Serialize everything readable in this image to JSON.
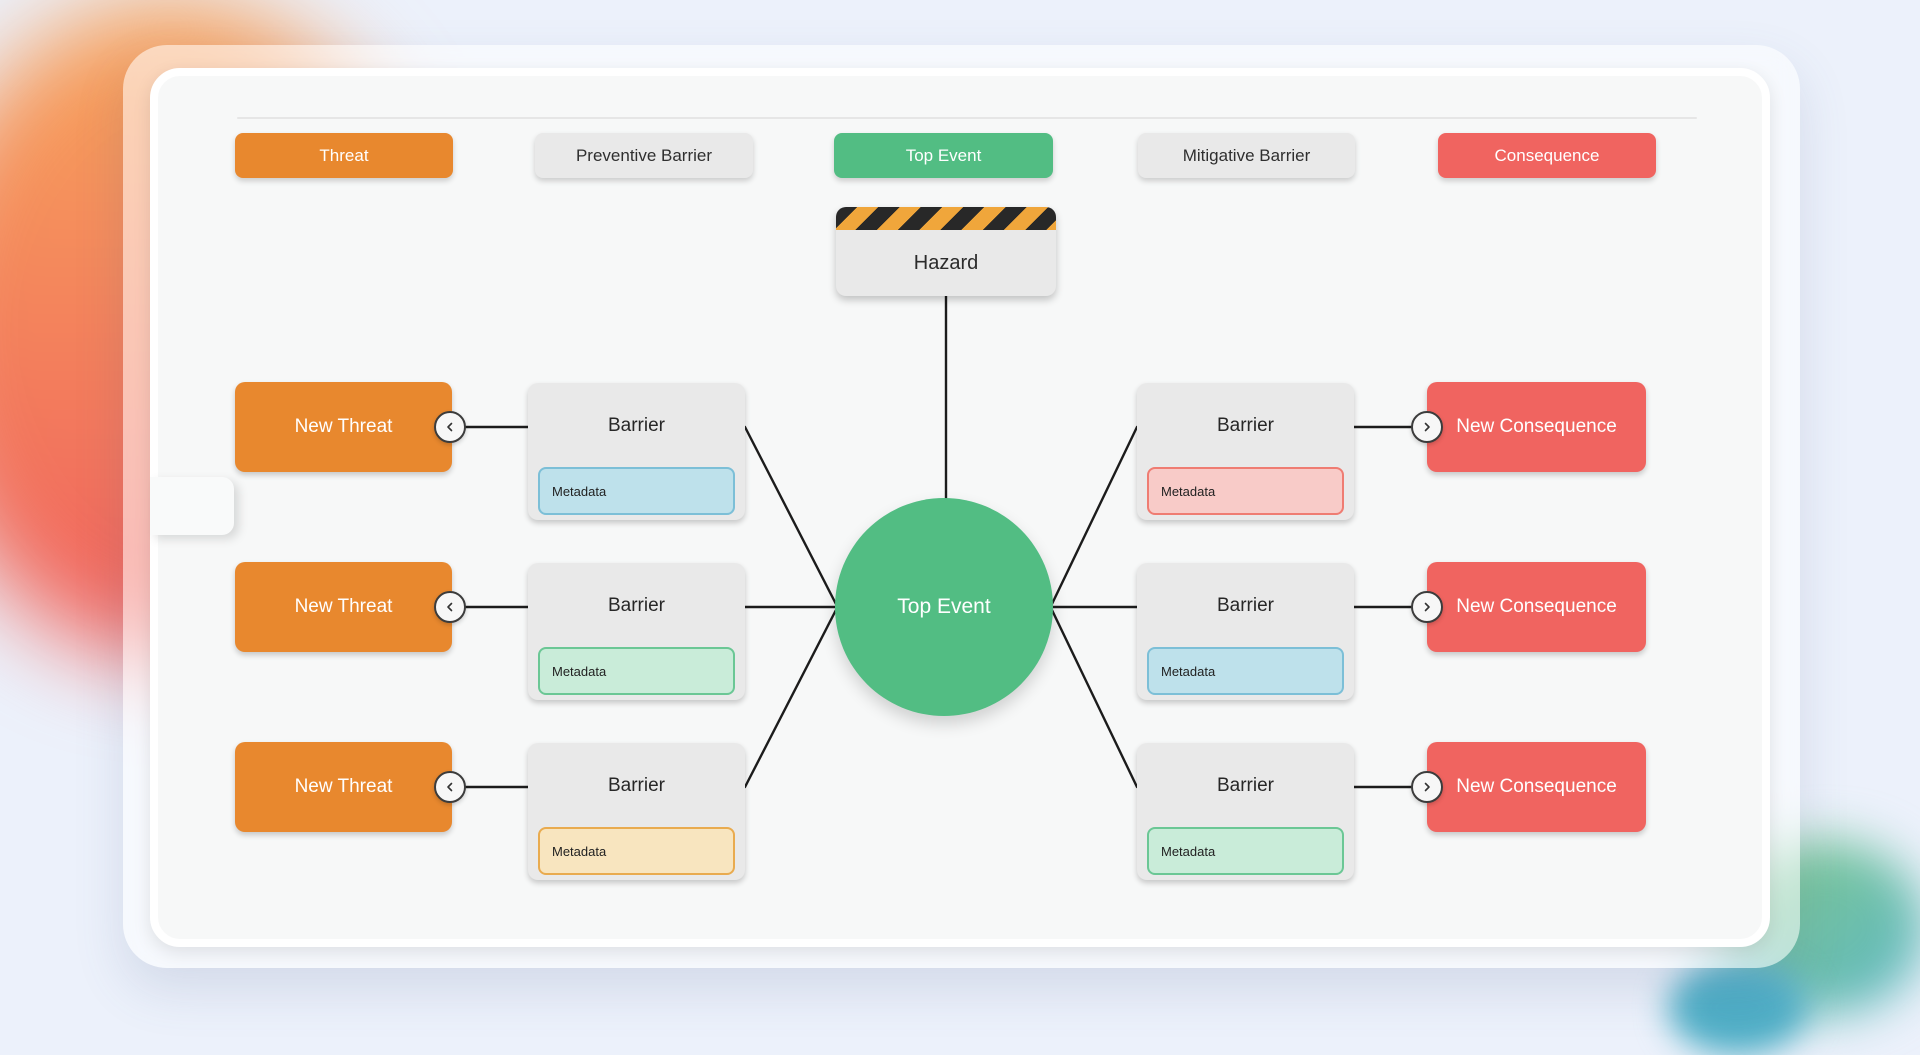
{
  "legend": {
    "items": [
      {
        "label": "Threat",
        "style": "background:#E8882E;color:#FFFFFF"
      },
      {
        "label": "Preventive Barrier",
        "style": "background:#E9E9E9;color:#2F2F2F"
      },
      {
        "label": "Top Event",
        "style": "background:#52BD83;color:#FFFFFF"
      },
      {
        "label": "Mitigative Barrier",
        "style": "background:#E9E9E9;color:#2F2F2F"
      },
      {
        "label": "Consequence",
        "style": "background:#F06460;color:#FFFFFF"
      }
    ]
  },
  "hazard": {
    "label": "Hazard"
  },
  "top_event": {
    "label": "Top Event"
  },
  "threats": [
    {
      "label": "New Threat"
    },
    {
      "label": "New Threat"
    },
    {
      "label": "New Threat"
    }
  ],
  "preventive_barriers": [
    {
      "title": "Barrier",
      "metadata": {
        "label": "Metadata",
        "style": "background:#BEE1EB;border-color:#7CBFD7"
      }
    },
    {
      "title": "Barrier",
      "metadata": {
        "label": "Metadata",
        "style": "background:#C9ECD9;border-color:#6BC795"
      }
    },
    {
      "title": "Barrier",
      "metadata": {
        "label": "Metadata",
        "style": "background:#F8E5BF;border-color:#E9AB4F"
      }
    }
  ],
  "mitigative_barriers": [
    {
      "title": "Barrier",
      "metadata": {
        "label": "Metadata",
        "style": "background:#F8CBC8;border-color:#EF7C72"
      }
    },
    {
      "title": "Barrier",
      "metadata": {
        "label": "Metadata",
        "style": "background:#BEE1EB;border-color:#7CBFD7"
      }
    },
    {
      "title": "Barrier",
      "metadata": {
        "label": "Metadata",
        "style": "background:#C9ECD9;border-color:#6BC795"
      }
    }
  ],
  "consequences": [
    {
      "label": "New Consequence"
    },
    {
      "label": "New Consequence"
    },
    {
      "label": "New Consequence"
    }
  ],
  "colors": {
    "page_background": "#ECF1FB",
    "threat": "#E8882E",
    "consequence": "#F06460",
    "top_event": "#52BD83",
    "barrier": "#E9E9E9",
    "connector": "#1C1C1C",
    "hazard_stripe_orange": "#F0A63B",
    "hazard_stripe_black": "#282828"
  }
}
